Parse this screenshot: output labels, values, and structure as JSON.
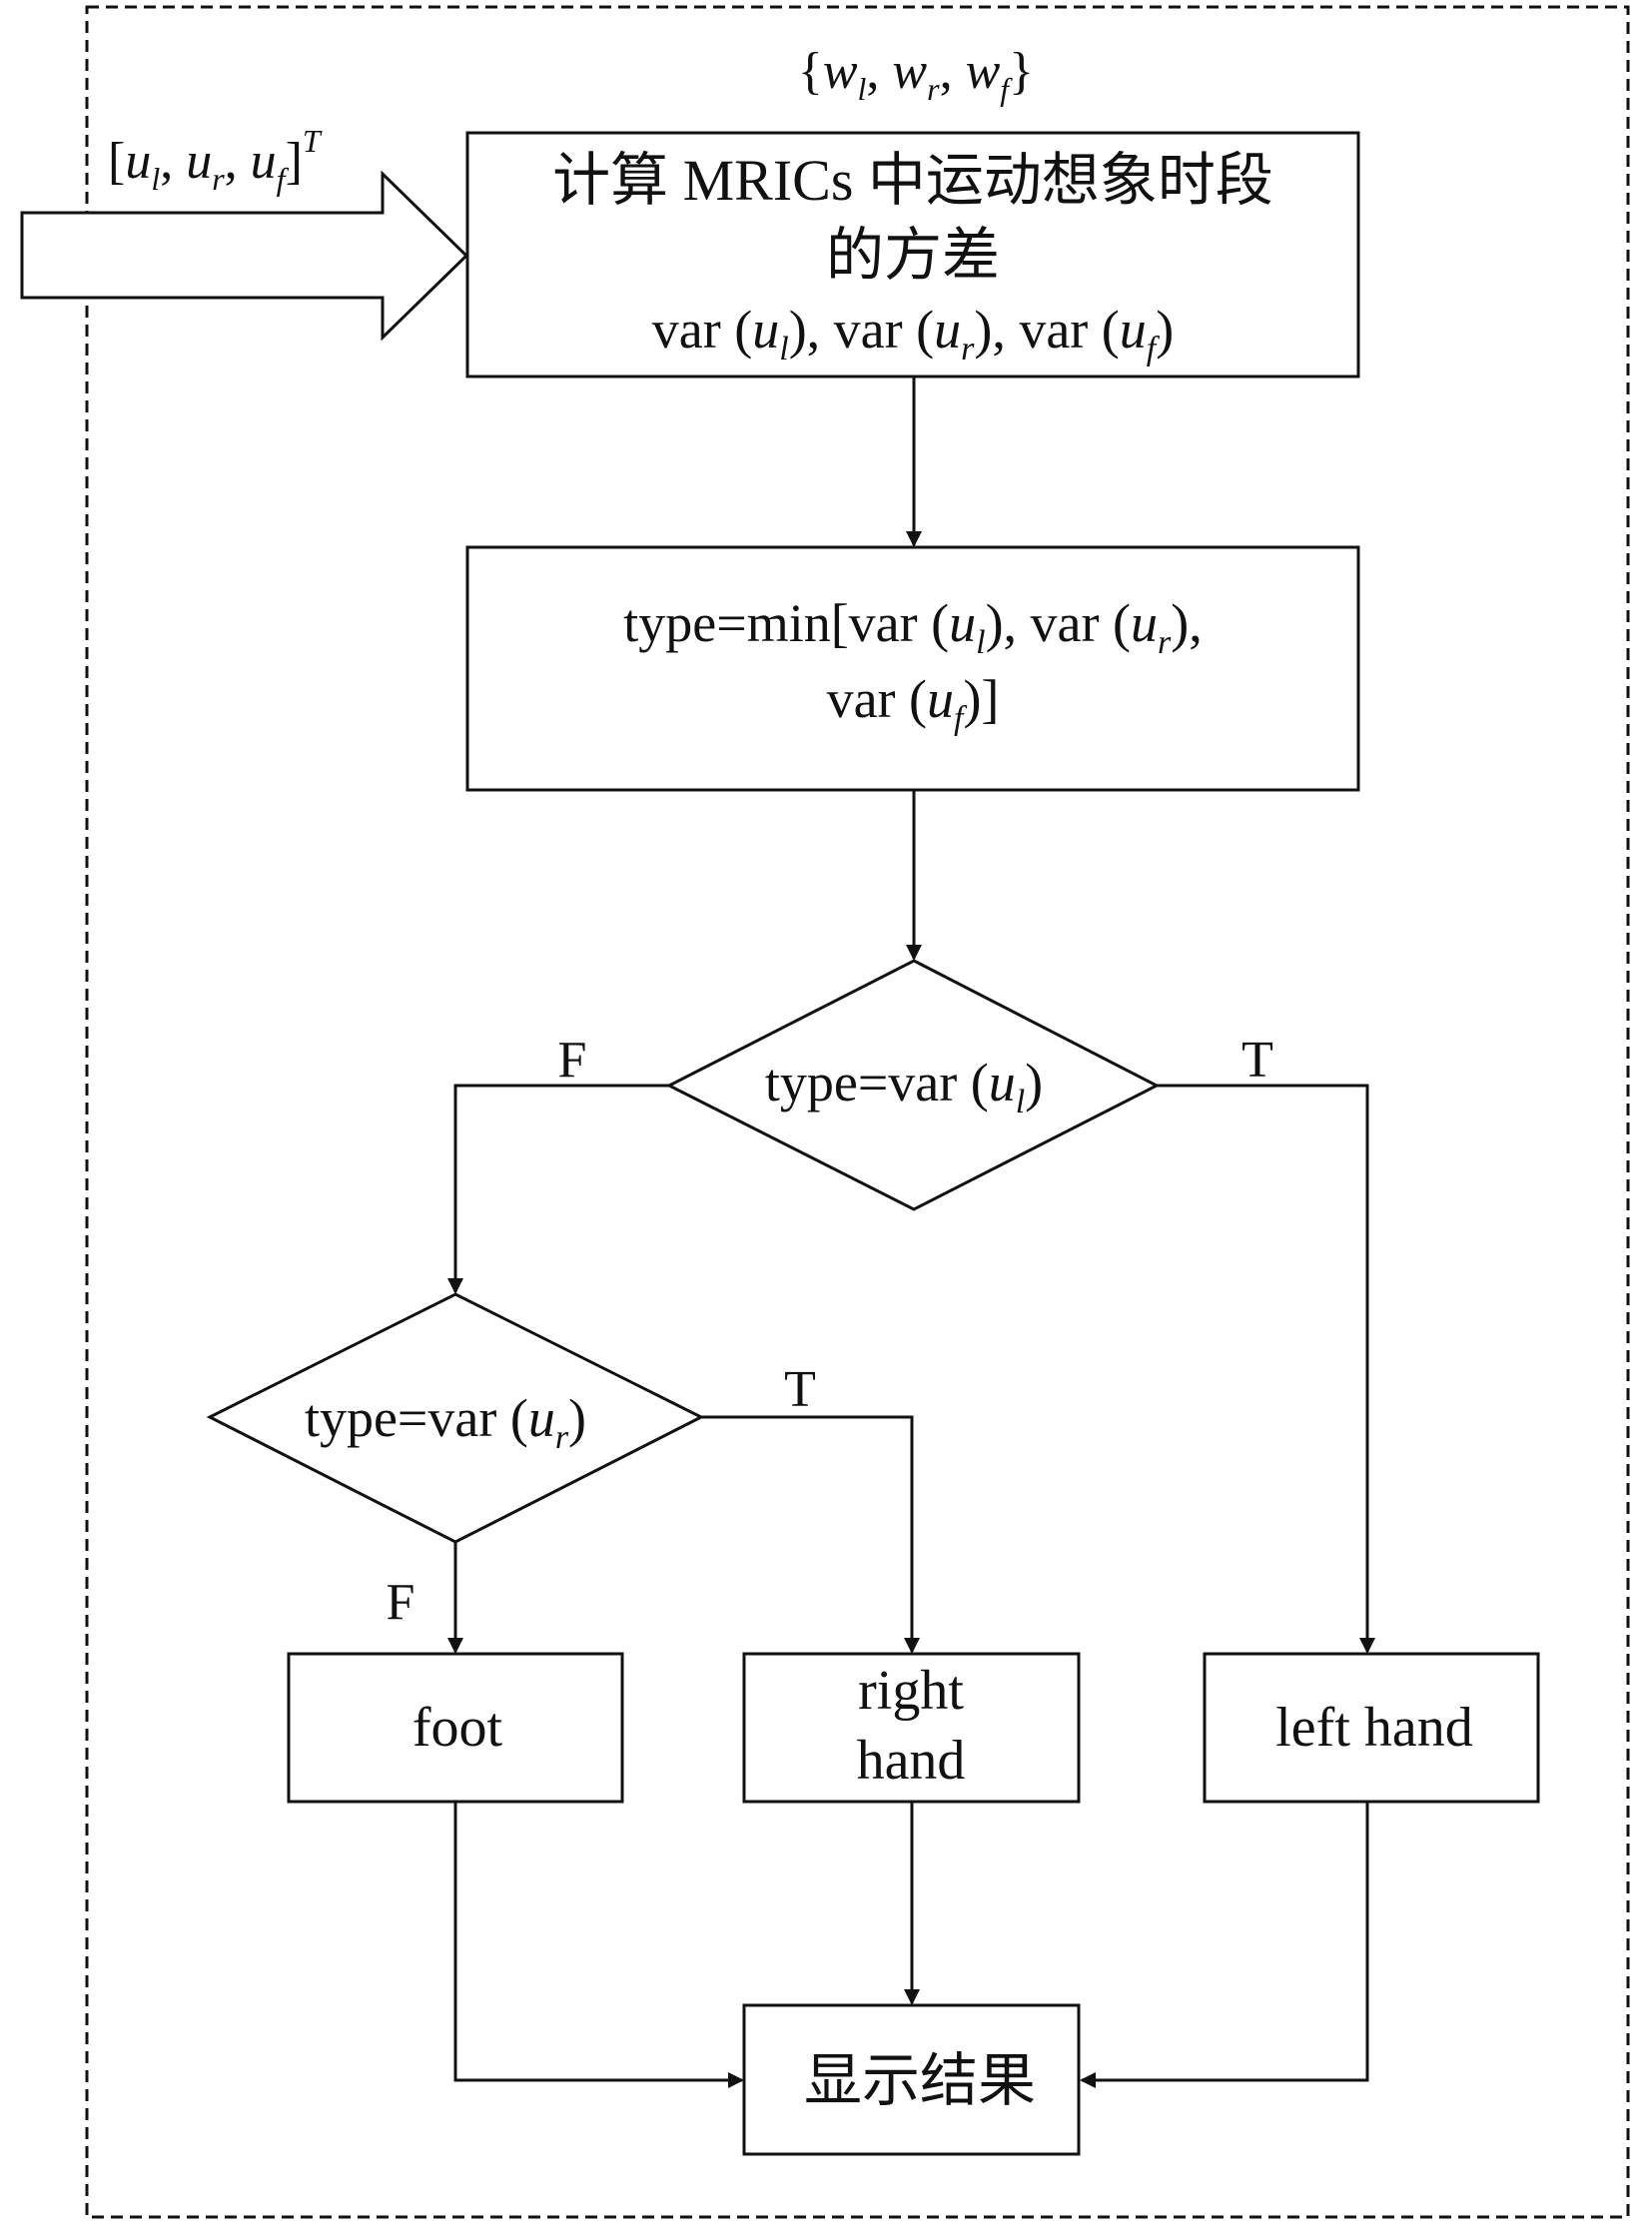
{
  "weights": {
    "open": "{",
    "w": "w",
    "sub_l": "l",
    "sep1": ", ",
    "sub_r": "r",
    "sep2": ", ",
    "sub_f": "f",
    "close": "}"
  },
  "input": {
    "open": "[",
    "u": "u",
    "sub_l": "l",
    "sep1": ", ",
    "sub_r": "r",
    "sep2": ", ",
    "sub_f": "f",
    "close": "]",
    "sup": "T"
  },
  "compute_box": {
    "line1": "计算 MRICs 中运动想象时段",
    "line2": "的方差",
    "var": "var (",
    "u": "u",
    "sub_l": "l",
    "sub_r": "r",
    "sub_f": "f",
    "close_sep": "), ",
    "close": ")"
  },
  "type_box": {
    "prefix": "type=min[var (",
    "u": "u",
    "sub_l": "l",
    "mid": "), var (",
    "sub_r": "r",
    "tail1": "),",
    "var": "var (",
    "sub_f": "f",
    "tail2": ")]"
  },
  "decision_left": {
    "prefix": "type=var (",
    "u": "u",
    "sub": "l",
    "close": ")",
    "false_label": "F",
    "true_label": "T"
  },
  "decision_right": {
    "prefix": "type=var (",
    "u": "u",
    "sub": "r",
    "close": ")",
    "false_label": "F",
    "true_label": "T"
  },
  "outputs": {
    "foot": "foot",
    "right_hand_line1": "right",
    "right_hand_line2": "hand",
    "left_hand": "left hand"
  },
  "result_box": {
    "label": "显示结果"
  },
  "colors": {
    "line": "#111111",
    "background": "#ffffff"
  }
}
